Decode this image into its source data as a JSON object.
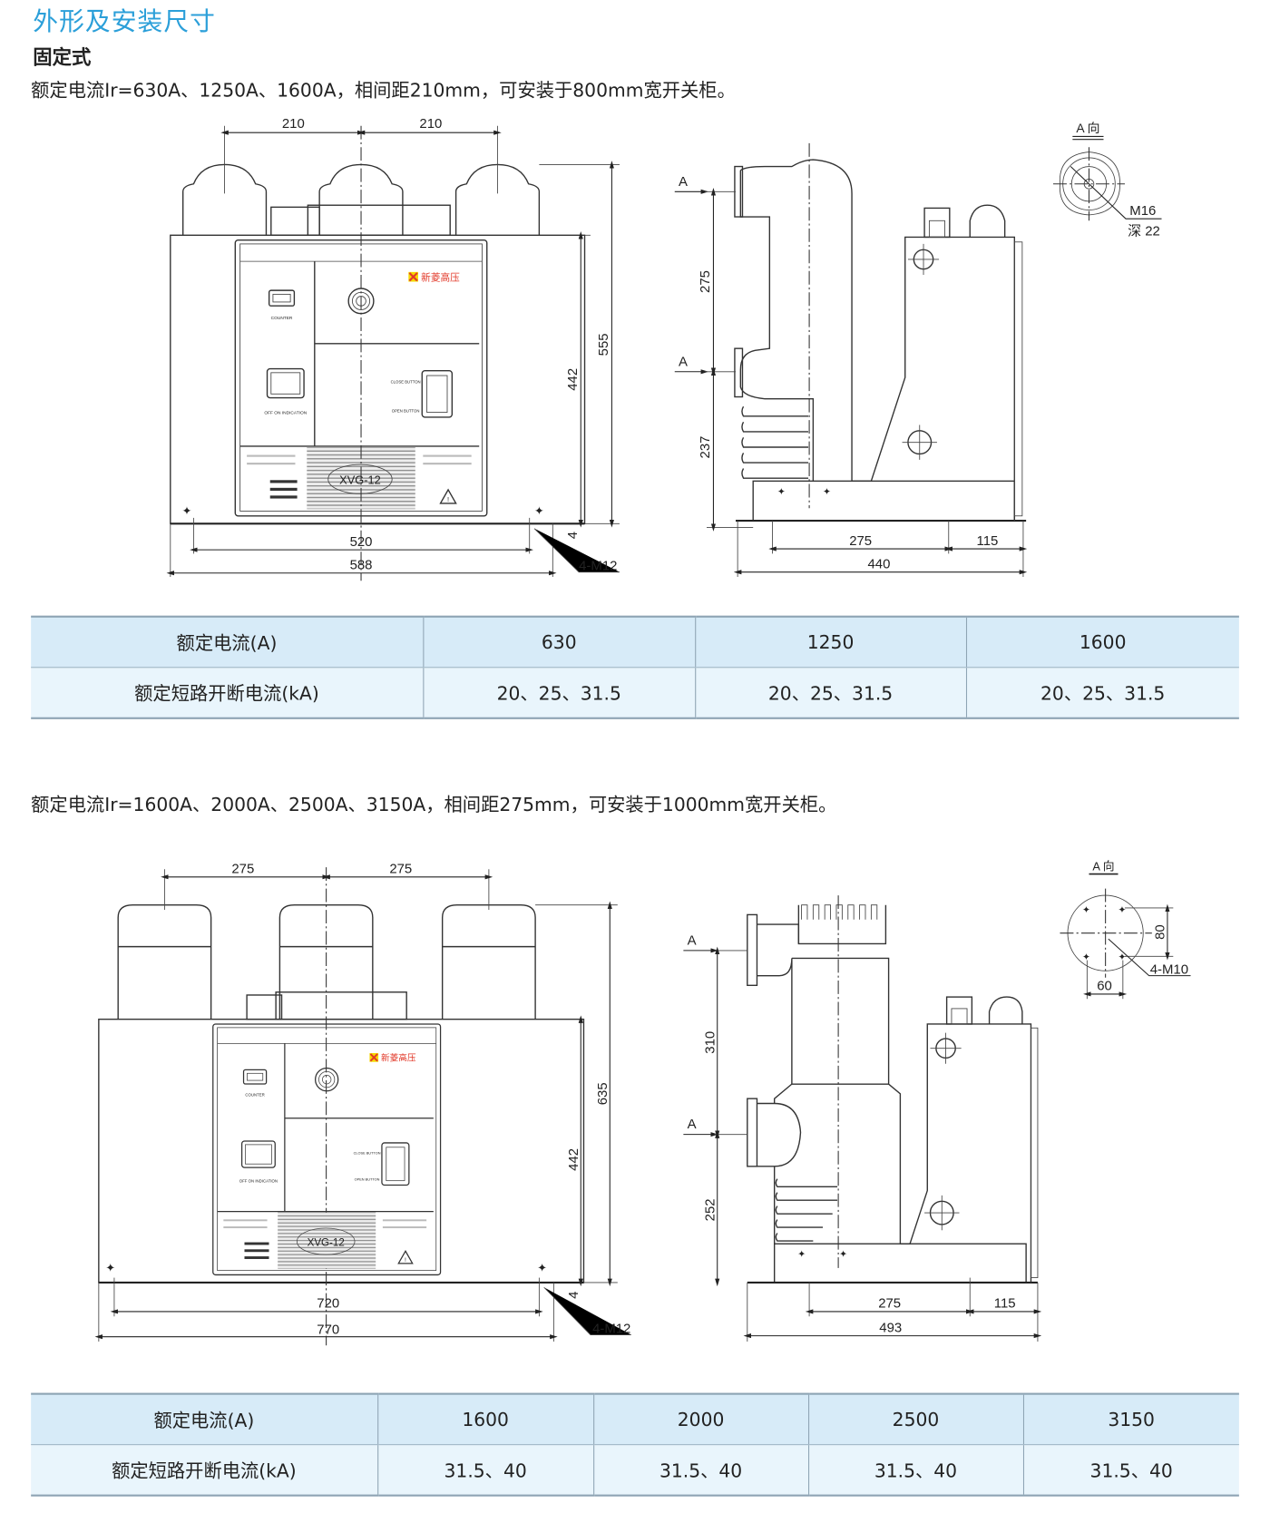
{
  "title": "外形及安装尺寸",
  "subtitle": "固定式",
  "section1": {
    "description": "额定电流Ir=630A、1250A、1600A，相间距210mm，可安装于800mm宽开关柜。",
    "front_view": {
      "dim_phase_1": "210",
      "dim_phase_2": "210",
      "dim_height_body": "442",
      "dim_height_total": "555",
      "dim_mount_width": "520",
      "dim_total_width": "588",
      "dim_small": "4",
      "hole_label": "4-M12"
    },
    "side_view": {
      "arrow_a_top": "A",
      "arrow_a_bottom": "A",
      "dim_upper": "275",
      "dim_lower": "237",
      "dim_depth_1": "275",
      "dim_depth_2": "115",
      "dim_depth_total": "440"
    },
    "view_a": {
      "label": "A 向",
      "thread": "M16",
      "depth": "深 22"
    },
    "table": {
      "rows": [
        {
          "label": "额定电流(A)",
          "values": [
            "630",
            "1250",
            "1600"
          ]
        },
        {
          "label": "额定短路开断电流(kA)",
          "values": [
            "20、25、31.5",
            "20、25、31.5",
            "20、25、31.5"
          ]
        }
      ]
    }
  },
  "section2": {
    "description": "额定电流Ir=1600A、2000A、2500A、3150A，相间距275mm，可安装于1000mm宽开关柜。",
    "front_view": {
      "dim_phase_1": "275",
      "dim_phase_2": "275",
      "dim_height_body": "442",
      "dim_height_total": "635",
      "dim_mount_width": "720",
      "dim_total_width": "770",
      "dim_small": "4",
      "hole_label": "4-M12"
    },
    "side_view": {
      "arrow_a_top": "A",
      "arrow_a_bottom": "A",
      "dim_upper": "310",
      "dim_lower": "252",
      "dim_depth_1": "275",
      "dim_depth_2": "115",
      "dim_depth_total": "493"
    },
    "view_a": {
      "label": "A 向",
      "dim_v": "80",
      "dim_h": "60",
      "hole_label": "4-M10"
    },
    "table": {
      "rows": [
        {
          "label": "额定电流(A)",
          "values": [
            "1600",
            "2000",
            "2500",
            "3150"
          ]
        },
        {
          "label": "额定短路开断电流(kA)",
          "values": [
            "31.5、40",
            "31.5、40",
            "31.5、40",
            "31.5、40"
          ]
        }
      ]
    }
  },
  "panel": {
    "logo_text": "新菱高压",
    "model": "XVG-12",
    "counter_label": "COUNTER",
    "indicator_label": "OFF ON INDICATION",
    "close_label": "CLOSE BUTTON",
    "open_label": "OPEN BUTTON"
  },
  "colors": {
    "heading": "#2b9fd9",
    "table_header_bg": "#d7ebf8",
    "table_row_bg": "#e9f5fc",
    "logo_red": "#e23a2a",
    "logo_yellow": "#f5d800"
  }
}
